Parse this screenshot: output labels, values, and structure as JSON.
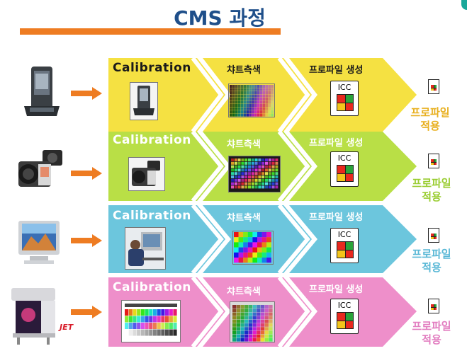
{
  "title": "CMS 과정",
  "rows": [
    {
      "calibration": "Calibration",
      "chart_step": "챠트측색",
      "profile_step": "프로파일 생성",
      "icc": "ICC",
      "apply_line1": "프로파일",
      "apply_line2": "적용"
    },
    {
      "calibration": "Calibration",
      "chart_step": "챠트측색",
      "profile_step": "프로파일 생성",
      "icc": "ICC",
      "apply_line1": "프로파일",
      "apply_line2": "적용"
    },
    {
      "calibration": "Calibration",
      "chart_step": "챠트측색",
      "profile_step": "프로파일 생성",
      "icc": "ICC",
      "apply_line1": "프로파일",
      "apply_line2": "적용"
    },
    {
      "calibration": "Calibration",
      "chart_step": "챠트측색",
      "profile_step": "프로파일 생성",
      "icc": "ICC",
      "apply_line1": "프로파일",
      "apply_line2": "적용"
    }
  ],
  "colors": {
    "title": "#1f4f8a",
    "underline": "#ee7c22",
    "arrow": "#ee7c22",
    "row_scanner": "#f5e142",
    "row_camera": "#b9df46",
    "row_monitor": "#6cc6dd",
    "row_printer": "#ee8fca",
    "apply_scanner": "#e8b020",
    "apply_camera": "#9acd32",
    "apply_monitor": "#5ab8d6",
    "apply_printer": "#e27dc0"
  },
  "icons": [
    "scanner-icon",
    "camera-icon",
    "monitor-icon",
    "printer-icon"
  ],
  "printer_logo": "JET"
}
